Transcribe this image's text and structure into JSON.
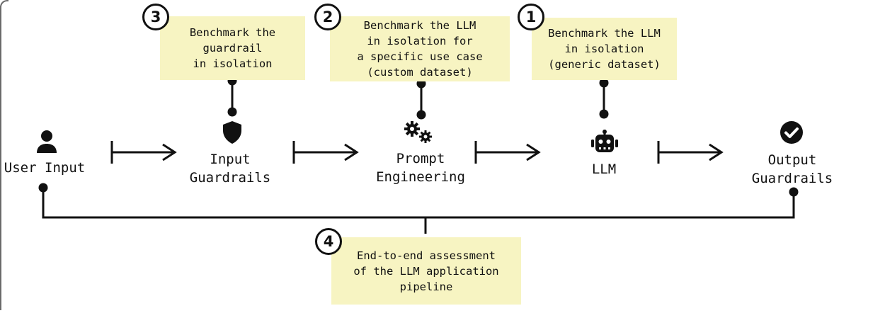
{
  "stages": {
    "user_input": {
      "label": "User Input",
      "icon": "user-icon"
    },
    "input_guardrails": {
      "label": "Input\nGuardrails",
      "icon": "shield-icon"
    },
    "prompt_engineering": {
      "label": "Prompt\nEngineering",
      "icon": "gears-icon"
    },
    "llm": {
      "label": "LLM",
      "icon": "robot-icon"
    },
    "output_guardrails": {
      "label": "Output\nGuardrails",
      "icon": "check-circle-icon"
    }
  },
  "notes": {
    "note_1": {
      "number": "1",
      "text": "Benchmark the LLM\nin isolation\n(generic dataset)"
    },
    "note_2": {
      "number": "2",
      "text": "Benchmark the LLM\nin isolation for\na specific use case\n(custom dataset)"
    },
    "note_3": {
      "number": "3",
      "text": "Benchmark the\nguardrail\nin isolation"
    },
    "note_4": {
      "number": "4",
      "text": "End-to-end assessment\nof the LLM application\npipeline"
    }
  },
  "colors": {
    "note_background": "#f7f4c2",
    "ink": "#111111"
  }
}
